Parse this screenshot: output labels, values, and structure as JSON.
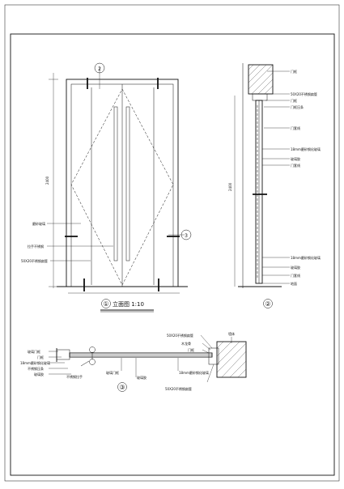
{
  "drawing": {
    "elevation": {
      "marker_num": "①",
      "title": "立面图 1:10",
      "section_tag_top": "2",
      "section_tag_side": "3",
      "labels": [
        "磨砂玻璃",
        "拉手不锈钢",
        "50X20不锈钢扁管"
      ],
      "dim_label": "2400"
    },
    "side_section": {
      "marker_num": "②",
      "labels": [
        "门框",
        "50X20不锈钢扁管",
        "门框",
        "门框压条",
        "门套线",
        "18mm磨砂钢化玻璃",
        "玻璃胶",
        "门套线",
        "18mm磨砂钢化玻璃",
        "玻璃胶",
        "门套线",
        "地面"
      ],
      "dim_label": "2400"
    },
    "plan_section": {
      "marker_num": "③",
      "left_labels": [
        "玻璃门框",
        "门框",
        "18mm磨砂钢化玻璃",
        "不锈钢压条",
        "玻璃胶"
      ],
      "bottom_left_label": "不锈钢拉手",
      "mid_labels": [
        "玻璃门框",
        "玻璃胶",
        "18mm磨砂钢化玻璃"
      ],
      "right_labels": [
        "50X20不锈钢扁管",
        "木龙骨",
        "门框"
      ],
      "bottom_right_label": "50X20不锈钢扁管",
      "wall_label": "墙体"
    }
  }
}
